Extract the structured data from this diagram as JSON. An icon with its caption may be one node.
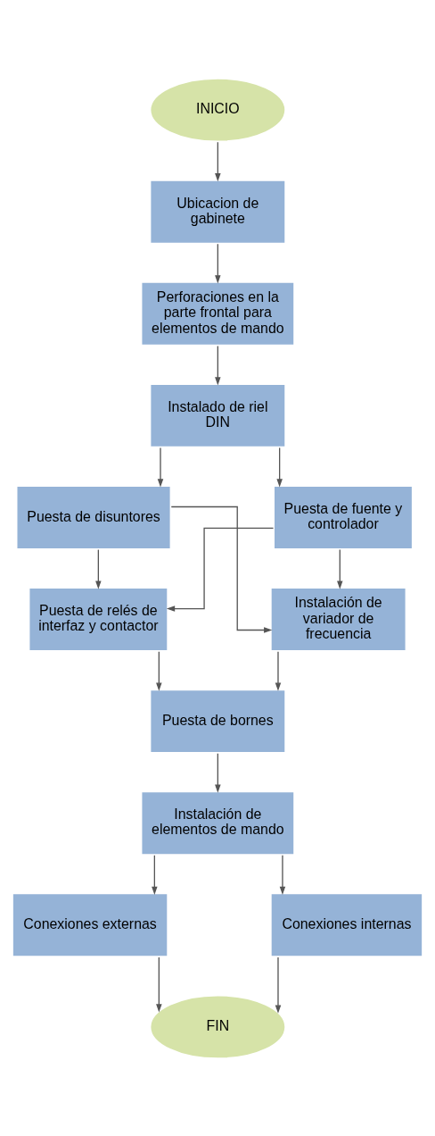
{
  "diagram": {
    "nodes": [
      {
        "text": [
          "INICIO"
        ]
      },
      {
        "text": [
          "Ubicacion de gabinete"
        ]
      },
      {
        "text": [
          "Perforaciones en la parte frontal para elementos de mando"
        ]
      },
      {
        "text": [
          "Instalado de riel DIN"
        ]
      },
      {
        "text": [
          "Puesta de disuntores"
        ]
      },
      {
        "text": [
          "Puesta de fuente y controlador"
        ]
      },
      {
        "text": [
          "Puesta de relés de interfaz y contactor"
        ]
      },
      {
        "text": [
          "Instalación de variador de frecuencia"
        ]
      },
      {
        "text": [
          "Puesta de bornes"
        ]
      },
      {
        "text": [
          "Instalación de elementos de mando"
        ]
      },
      {
        "text": [
          "Conexiones externas"
        ]
      },
      {
        "text": [
          "Conexiones internas"
        ]
      },
      {
        "text": [
          "FIN"
        ]
      }
    ],
    "edges": [
      {
        "from": 0,
        "to": 1,
        "arrow": "to"
      },
      {
        "from": 1,
        "to": 2,
        "arrow": "to"
      },
      {
        "from": 2,
        "to": 3,
        "arrow": "to"
      },
      {
        "from": 3,
        "to": 4,
        "arrow": "to"
      },
      {
        "from": 3,
        "to": 5,
        "arrow": "to"
      },
      {
        "from": 4,
        "to": 6,
        "arrow": "to"
      },
      {
        "from": 4,
        "to": 7,
        "arrow": "to"
      },
      {
        "from": 5,
        "to": 6,
        "arrow": "to"
      },
      {
        "from": 5,
        "to": 7,
        "arrow": "to"
      },
      {
        "from": 6,
        "to": 8,
        "arrow": "to"
      },
      {
        "from": 7,
        "to": 8,
        "arrow": "to"
      },
      {
        "from": 8,
        "to": 9,
        "arrow": "to"
      },
      {
        "from": 9,
        "to": 10,
        "arrow": "to"
      },
      {
        "from": 9,
        "to": 11,
        "arrow": "to"
      },
      {
        "from": 10,
        "to": 12,
        "arrow": "to"
      },
      {
        "from": 11,
        "to": 12,
        "arrow": "to"
      }
    ]
  }
}
